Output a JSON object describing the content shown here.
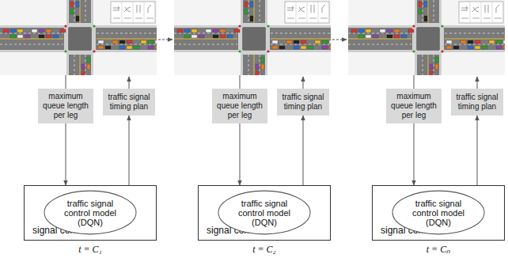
{
  "diagram": {
    "nodes": [
      {
        "text": [
          "maximum queue length per leg"
        ]
      },
      {
        "text": [
          "traffic signal timing plan"
        ]
      },
      {
        "text": [
          "signal controller"
        ]
      },
      {
        "text": [
          "traffic signal control model (DQN)"
        ],
        "in": 2
      },
      {
        "text": [
          "maximum queue length per leg"
        ]
      },
      {
        "text": [
          "traffic signal timing plan"
        ]
      },
      {
        "text": [
          "signal controller"
        ]
      },
      {
        "text": [
          "traffic signal control model (DQN)"
        ],
        "in": 6
      },
      {
        "text": [
          "maximum queue length per leg"
        ]
      },
      {
        "text": [
          "traffic signal timing plan"
        ]
      },
      {
        "text": [
          "signal controller"
        ]
      },
      {
        "text": [
          "traffic signal control model (DQN)"
        ],
        "in": 10
      }
    ],
    "edges": [
      {
        "from": 0,
        "to": 2,
        "arrow": "to"
      },
      {
        "from": 2,
        "to": 1,
        "arrow": "to"
      },
      {
        "from": 4,
        "to": 6,
        "arrow": "to"
      },
      {
        "from": 6,
        "to": 5,
        "arrow": "to"
      },
      {
        "from": 8,
        "to": 10,
        "arrow": "to"
      },
      {
        "from": 10,
        "to": 9,
        "arrow": "to"
      }
    ],
    "labels": [
      "t = C₁",
      "t = C₂",
      "t = Cₙ"
    ]
  }
}
